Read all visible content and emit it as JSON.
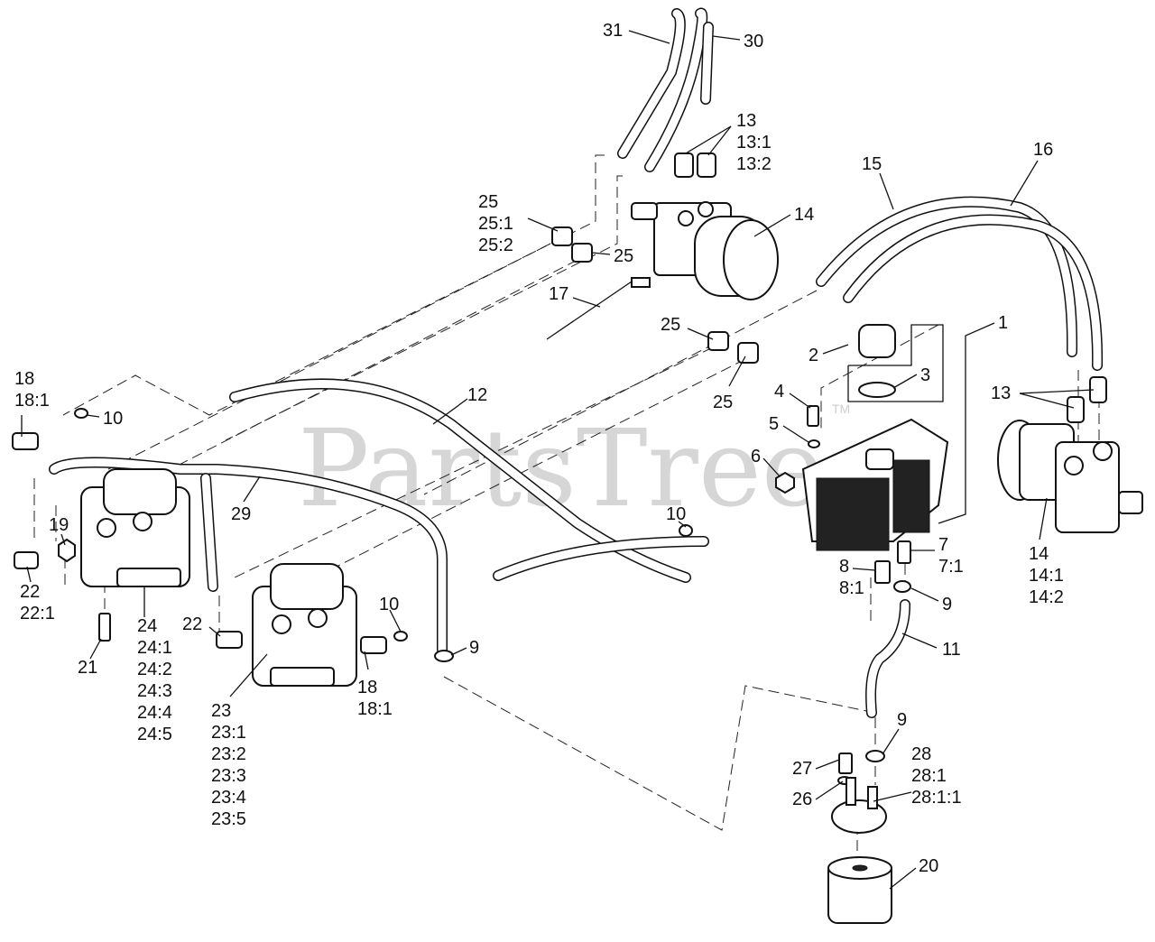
{
  "watermark": {
    "text": "PartsTree",
    "tm": "TM"
  },
  "callouts": [
    {
      "id": "c31",
      "lines": [
        "31"
      ]
    },
    {
      "id": "c30",
      "lines": [
        "30"
      ]
    },
    {
      "id": "c13a",
      "lines": [
        "13",
        "13:1",
        "13:2"
      ]
    },
    {
      "id": "c25a",
      "lines": [
        "25",
        "25:1",
        "25:2"
      ]
    },
    {
      "id": "c25b",
      "lines": [
        "25"
      ]
    },
    {
      "id": "c14a",
      "lines": [
        "14"
      ]
    },
    {
      "id": "c15",
      "lines": [
        "15"
      ]
    },
    {
      "id": "c16",
      "lines": [
        "16"
      ]
    },
    {
      "id": "c17",
      "lines": [
        "17"
      ]
    },
    {
      "id": "c25c",
      "lines": [
        "25"
      ]
    },
    {
      "id": "c25d",
      "lines": [
        "25"
      ]
    },
    {
      "id": "c1",
      "lines": [
        "1"
      ]
    },
    {
      "id": "c2",
      "lines": [
        "2"
      ]
    },
    {
      "id": "c3",
      "lines": [
        "3"
      ]
    },
    {
      "id": "c4",
      "lines": [
        "4"
      ]
    },
    {
      "id": "c5",
      "lines": [
        "5"
      ]
    },
    {
      "id": "c6",
      "lines": [
        "6"
      ]
    },
    {
      "id": "c13b",
      "lines": [
        "13"
      ]
    },
    {
      "id": "c18a",
      "lines": [
        "18",
        "18:1"
      ]
    },
    {
      "id": "c10a",
      "lines": [
        "10"
      ]
    },
    {
      "id": "c12",
      "lines": [
        "12"
      ]
    },
    {
      "id": "c29",
      "lines": [
        "29"
      ]
    },
    {
      "id": "c19",
      "lines": [
        "19"
      ]
    },
    {
      "id": "c22a",
      "lines": [
        "22",
        "22:1"
      ]
    },
    {
      "id": "c21",
      "lines": [
        "21"
      ]
    },
    {
      "id": "c24",
      "lines": [
        "24",
        "24:1",
        "24:2",
        "24:3",
        "24:4",
        "24:5"
      ]
    },
    {
      "id": "c10b",
      "lines": [
        "10"
      ]
    },
    {
      "id": "c10c",
      "lines": [
        "10"
      ]
    },
    {
      "id": "c22b",
      "lines": [
        "22"
      ]
    },
    {
      "id": "c23",
      "lines": [
        "23",
        "23:1",
        "23:2",
        "23:3",
        "23:4",
        "23:5"
      ]
    },
    {
      "id": "c18b",
      "lines": [
        "18",
        "18:1"
      ]
    },
    {
      "id": "c9a",
      "lines": [
        "9"
      ]
    },
    {
      "id": "c7",
      "lines": [
        "7",
        "7:1"
      ]
    },
    {
      "id": "c8",
      "lines": [
        "8",
        "8:1"
      ]
    },
    {
      "id": "c9b",
      "lines": [
        "9"
      ]
    },
    {
      "id": "c11",
      "lines": [
        "11"
      ]
    },
    {
      "id": "c14b",
      "lines": [
        "14",
        "14:1",
        "14:2"
      ]
    },
    {
      "id": "c9c",
      "lines": [
        "9"
      ]
    },
    {
      "id": "c27",
      "lines": [
        "27"
      ]
    },
    {
      "id": "c26",
      "lines": [
        "26"
      ]
    },
    {
      "id": "c28",
      "lines": [
        "28",
        "28:1",
        "28:1:1"
      ]
    },
    {
      "id": "c20",
      "lines": [
        "20"
      ]
    }
  ]
}
